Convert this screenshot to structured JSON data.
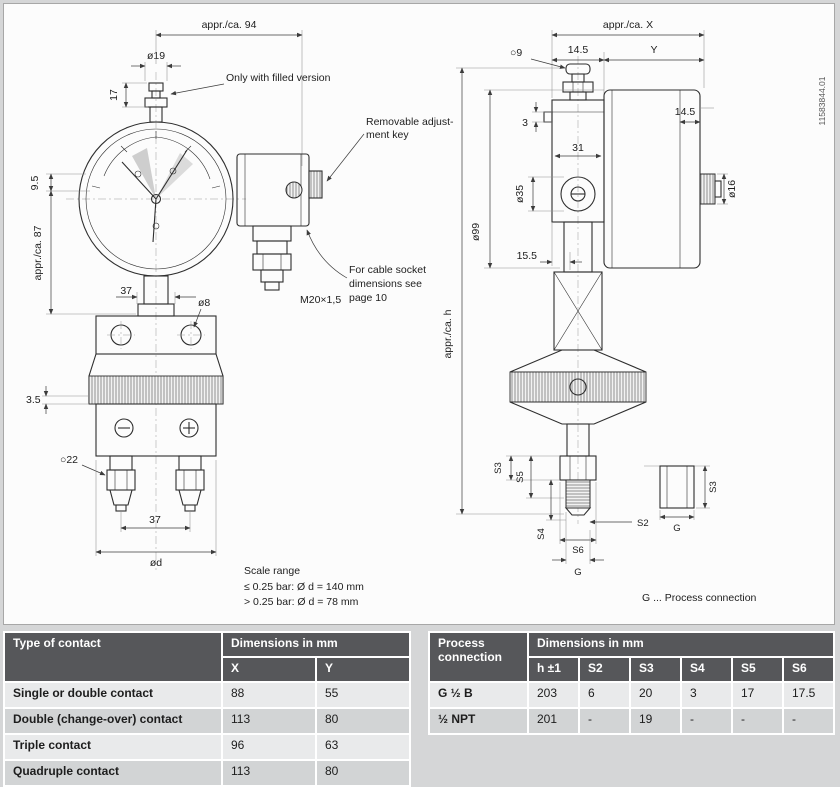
{
  "doc_number": "11583844.01",
  "drawing": {
    "front": {
      "dim_width_top": "appr./ca. 94",
      "dim_knob_dia": "ø19",
      "dim_knob_h": "17",
      "note_filled": "Only with filled version",
      "note_adjust_line1": "Removable adjust-",
      "note_adjust_line2": "ment key",
      "dim_offset": "9.5",
      "dim_height": "appr./ca. 87",
      "dim_stem_w": "37",
      "dim_hole": "ø8",
      "note_cable_line1": "For cable socket",
      "note_cable_line2": "dimensions see",
      "note_cable_line3": "page 10",
      "dim_gland_thread": "M20×1,5",
      "dim_step": "3.5",
      "dim_gland_flats": "○22",
      "dim_gland_pitch": "37",
      "dim_case_dia": "ød"
    },
    "scale_range": {
      "title": "Scale range",
      "line1": "≤ 0.25 bar: Ø d = 140 mm",
      "line2": "> 0.25 bar: Ø d = 78 mm"
    },
    "side": {
      "dim_width_top": "appr./ca. X",
      "dim_valve_flats": "○9",
      "dim_14_5_top": "14.5",
      "dim_y": "Y",
      "dim_pin": "3",
      "dim_31": "31",
      "dim_boss_dia": "ø35",
      "dim_14_5_side": "14.5",
      "dim_plug_dia": "ø16",
      "dim_case_dia": "ø99",
      "dim_15_5": "15.5",
      "dim_height": "appr./ca. h",
      "dim_s3": "S3",
      "dim_s5": "S5",
      "dim_s4": "S4",
      "dim_s6": "S6",
      "dim_s2": "S2",
      "dim_g": "G",
      "plug_dim_g": "G",
      "plug_dim_s3": "S3",
      "legend": "G ... Process connection"
    }
  },
  "contact_table": {
    "header_type": "Type of contact",
    "header_dims": "Dimensions in mm",
    "col_x": "X",
    "col_y": "Y",
    "rows": [
      {
        "label": "Single or double contact",
        "x": "88",
        "y": "55"
      },
      {
        "label": "Double (change-over) contact",
        "x": "113",
        "y": "80"
      },
      {
        "label": "Triple contact",
        "x": "96",
        "y": "63"
      },
      {
        "label": "Quadruple contact",
        "x": "113",
        "y": "80"
      }
    ]
  },
  "process_table": {
    "header_process": "Process connection",
    "header_dims": "Dimensions in mm",
    "cols": [
      "h ±1",
      "S2",
      "S3",
      "S4",
      "S5",
      "S6"
    ],
    "rows": [
      {
        "label": "G ½ B",
        "values": [
          "203",
          "6",
          "20",
          "3",
          "17",
          "17.5"
        ]
      },
      {
        "label": "½ NPT",
        "values": [
          "201",
          "-",
          "19",
          "-",
          "-",
          "-"
        ]
      }
    ]
  }
}
